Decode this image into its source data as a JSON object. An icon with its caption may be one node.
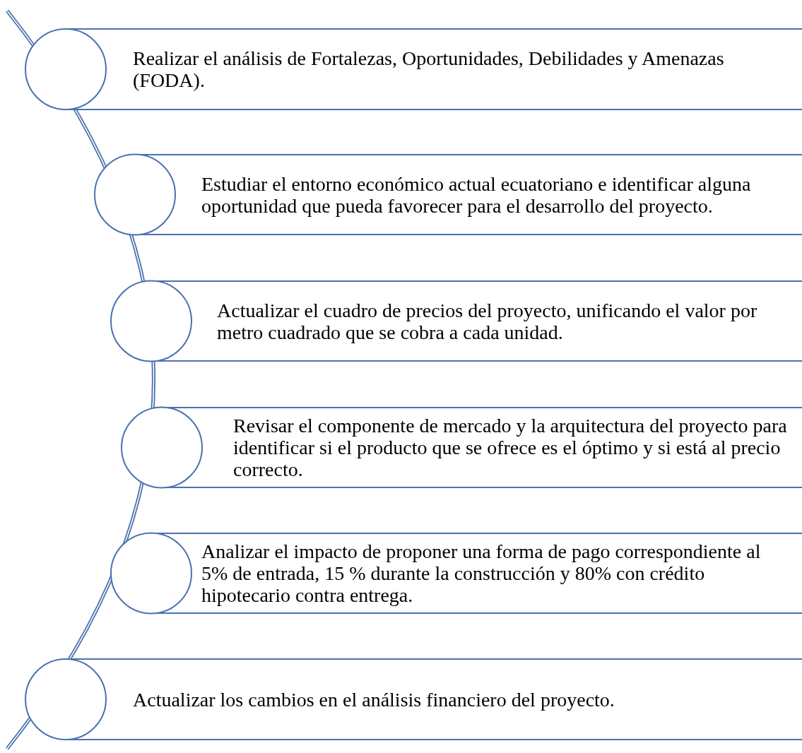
{
  "diagram": {
    "nodes": [
      {
        "text": [
          "Realizar el análisis de Fortalezas, Oportunidades, Debilidades y Amenazas (FODA)."
        ]
      },
      {
        "text": [
          "Estudiar el entorno económico actual ecuatoriano e identificar alguna oportunidad que pueda favorecer para el desarrollo del proyecto."
        ]
      },
      {
        "text": [
          "Actualizar el cuadro de precios del proyecto, unificando el valor por metro cuadrado que se cobra a cada unidad."
        ]
      },
      {
        "text": [
          "Revisar el componente de mercado y la arquitectura del proyecto para identificar si el producto que se ofrece es el óptimo y si está al precio correcto."
        ]
      },
      {
        "text": [
          "Analizar el impacto de proponer una forma de pago correspondiente al 5% de entrada, 15 % durante la construcción y 80% con crédito hipotecario contra entrega."
        ]
      },
      {
        "text": [
          "Actualizar los cambios en el análisis financiero del proyecto."
        ]
      }
    ]
  }
}
